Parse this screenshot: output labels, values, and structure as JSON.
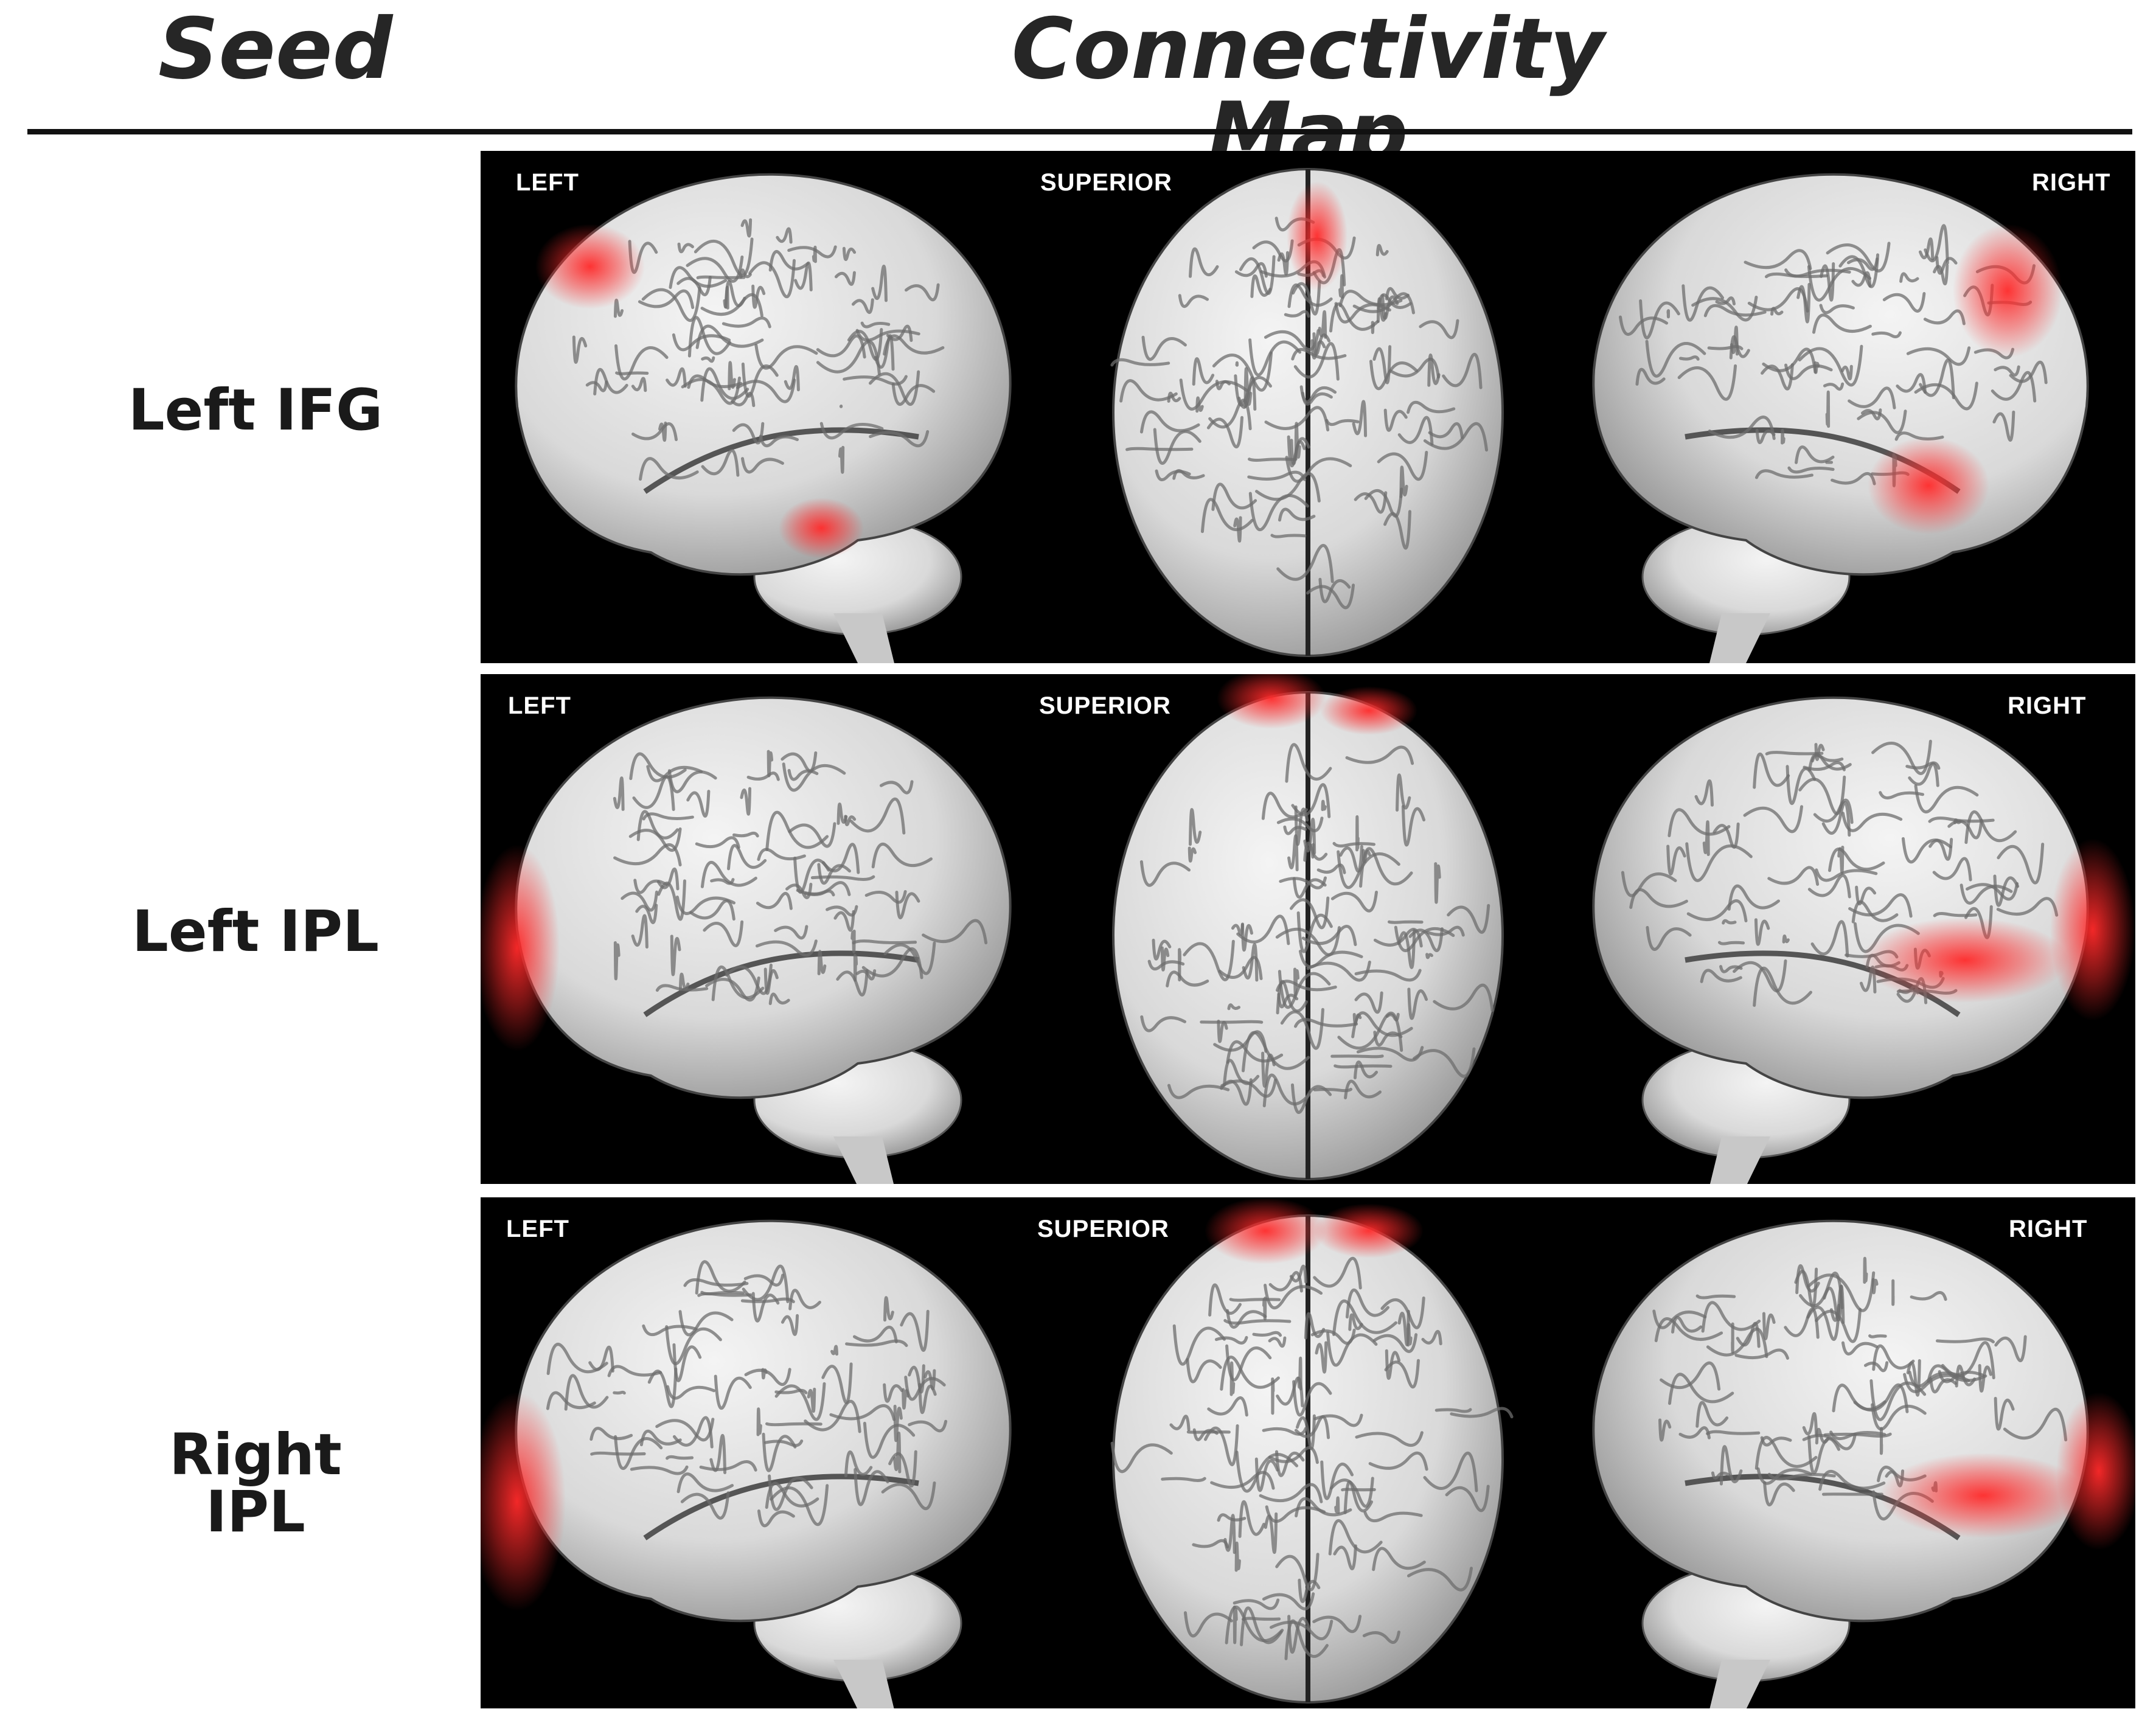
{
  "header": {
    "seed_title": "Seed",
    "map_title": "Connectivity Map"
  },
  "view_labels": {
    "left": "LEFT",
    "superior": "SUPERIOR",
    "right": "RIGHT"
  },
  "rows": [
    {
      "seed": "Left IFG"
    },
    {
      "seed": "Left IPL"
    },
    {
      "seed": "Right IPL"
    }
  ],
  "colors": {
    "background": "#000000",
    "brain_surface": "#d9d9d9",
    "activation": "#ff2a2a",
    "rule": "#111111"
  }
}
